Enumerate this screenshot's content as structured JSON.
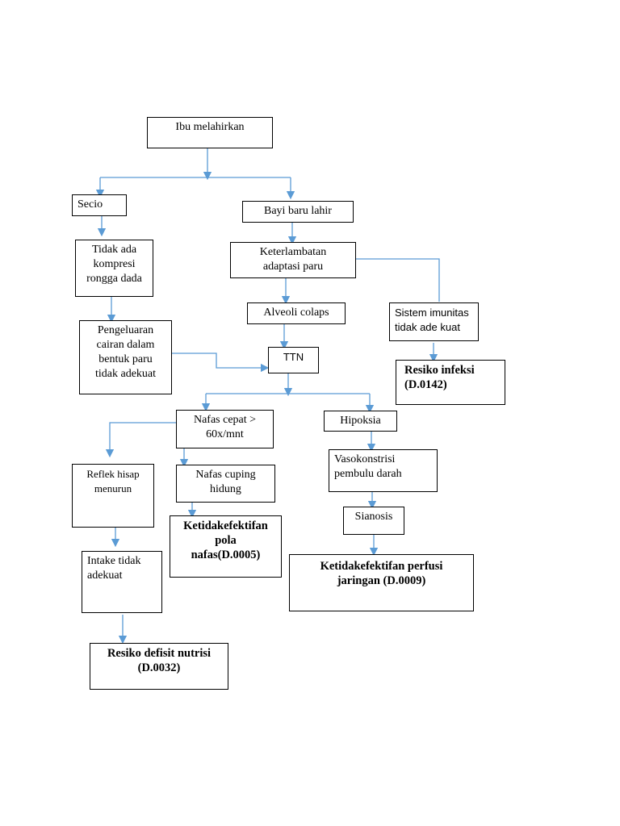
{
  "nodes": {
    "ibu_melahirkan": "Ibu melahirkan",
    "secio": "Secio",
    "bayi_baru_lahir": "Bayi baru lahir",
    "tidak_ada_kompresi": "Tidak ada\nkompresi\nrongga dada",
    "keterlambatan": "Keterlambatan\nadaptasi paru",
    "alveoli_colaps": "Alveoli colaps",
    "sistem_imunitas": "Sistem imunitas\ntidak ade kuat",
    "pengeluaran_cairan": "Pengeluaran\ncairan dalam\nbentuk paru\ntidak adekuat",
    "ttn": "TTN",
    "resiko_infeksi": "Resiko infeksi\n(D.0142)",
    "nafas_cepat": "Nafas cepat >\n60x/mnt",
    "hipoksia": "Hipoksia",
    "reflek_hisap": "Reflek hisap\nmenurun",
    "nafas_cuping": "Nafas cuping\nhidung",
    "vasokonstrisi": "Vasokonstrisi\npembulu darah",
    "sianosis": "Sianosis",
    "ketidakefektifan_pola": "Ketidakefektifan\npola\nnafas(D.0005)",
    "intake_tidak_adekuat": "Intake tidak\nadekuat",
    "ketidakefektifan_perfusi": "Ketidakefektifan perfusi\njaringan (D.0009)",
    "resiko_defisit_nutrisi": "Resiko defisit nutrisi\n(D.0032)"
  },
  "colors": {
    "connector": "#5b9bd5",
    "border": "#000000"
  }
}
